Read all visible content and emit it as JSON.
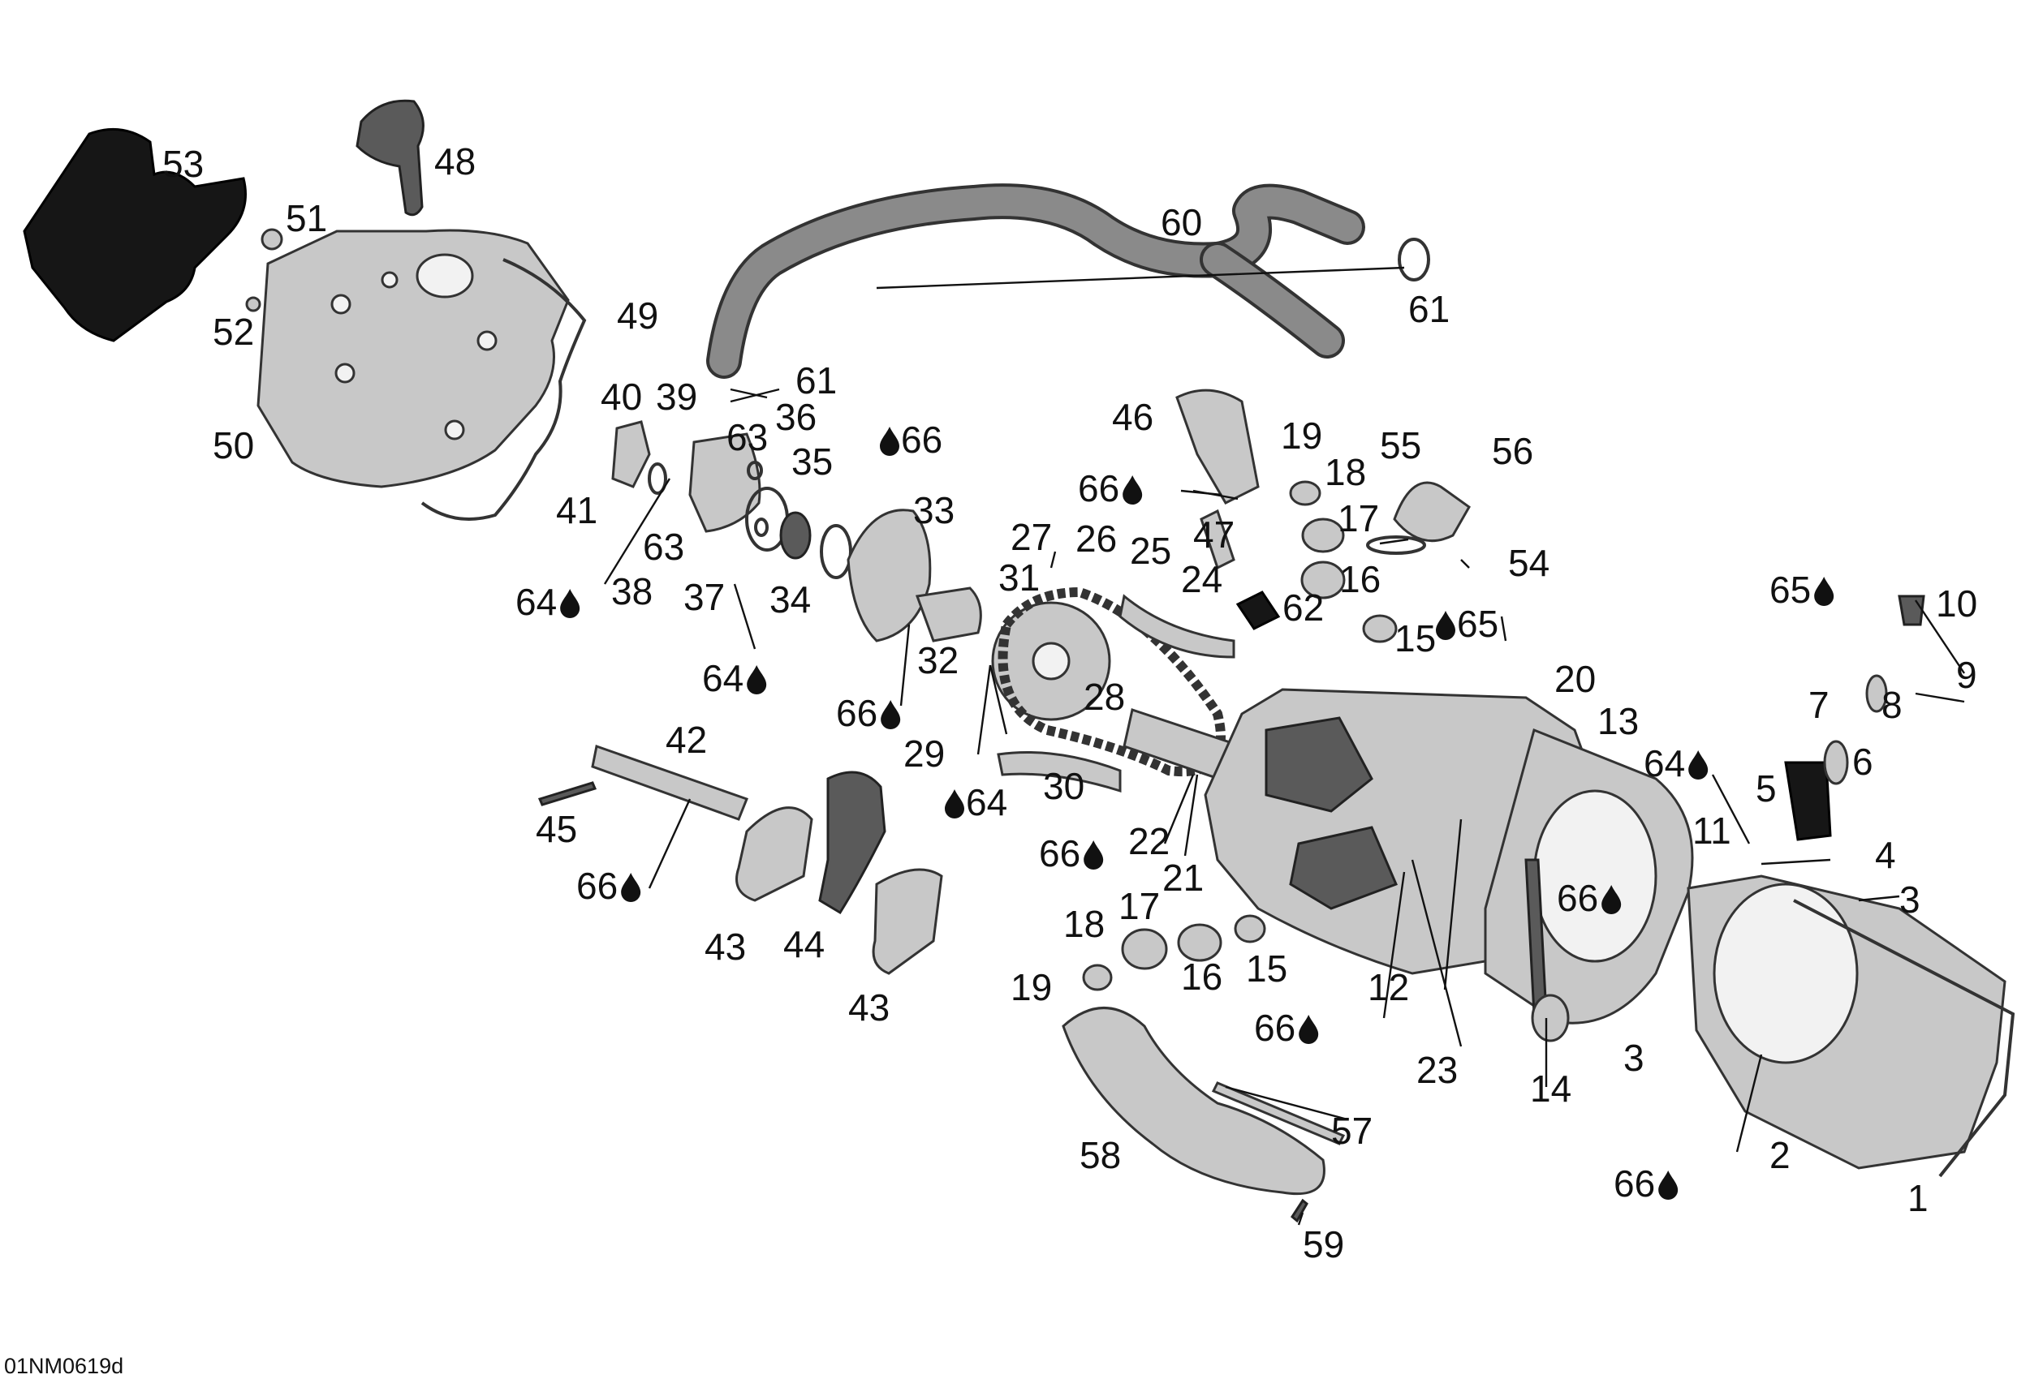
{
  "diagram_code": "01NM0619d",
  "callouts": [
    {
      "text": "53"
    },
    {
      "text": "48"
    },
    {
      "text": "51"
    },
    {
      "text": "52"
    },
    {
      "text": "49"
    },
    {
      "text": "50"
    },
    {
      "text": "60"
    },
    {
      "text": "61"
    },
    {
      "text": "61"
    },
    {
      "text": "40"
    },
    {
      "text": "39"
    },
    {
      "text": "63"
    },
    {
      "text": "36"
    },
    {
      "text": "35"
    },
    {
      "text": "66",
      "oil": true
    },
    {
      "text": "41"
    },
    {
      "text": "38"
    },
    {
      "text": "63"
    },
    {
      "text": "37"
    },
    {
      "text": "34"
    },
    {
      "text": "33"
    },
    {
      "text": "64",
      "oil": true
    },
    {
      "text": "64",
      "oil": true
    },
    {
      "text": "46"
    },
    {
      "text": "66",
      "oil": true
    },
    {
      "text": "19"
    },
    {
      "text": "18"
    },
    {
      "text": "55"
    },
    {
      "text": "56"
    },
    {
      "text": "47"
    },
    {
      "text": "17"
    },
    {
      "text": "54"
    },
    {
      "text": "16"
    },
    {
      "text": "65",
      "oil": true
    },
    {
      "text": "15"
    },
    {
      "text": "27"
    },
    {
      "text": "26"
    },
    {
      "text": "25"
    },
    {
      "text": "24"
    },
    {
      "text": "62"
    },
    {
      "text": "31"
    },
    {
      "text": "32"
    },
    {
      "text": "66",
      "oil": true
    },
    {
      "text": "29"
    },
    {
      "text": "28"
    },
    {
      "text": "30"
    },
    {
      "text": "64",
      "oil": true
    },
    {
      "text": "20"
    },
    {
      "text": "13"
    },
    {
      "text": "65",
      "oil": true
    },
    {
      "text": "10"
    },
    {
      "text": "9"
    },
    {
      "text": "7"
    },
    {
      "text": "8"
    },
    {
      "text": "64",
      "oil": true
    },
    {
      "text": "6"
    },
    {
      "text": "5"
    },
    {
      "text": "11"
    },
    {
      "text": "4"
    },
    {
      "text": "3"
    },
    {
      "text": "42"
    },
    {
      "text": "45"
    },
    {
      "text": "66",
      "oil": true
    },
    {
      "text": "43"
    },
    {
      "text": "44"
    },
    {
      "text": "43"
    },
    {
      "text": "66",
      "oil": true
    },
    {
      "text": "22"
    },
    {
      "text": "21"
    },
    {
      "text": "66",
      "oil": true
    },
    {
      "text": "18"
    },
    {
      "text": "17"
    },
    {
      "text": "16"
    },
    {
      "text": "15"
    },
    {
      "text": "19"
    },
    {
      "text": "66",
      "oil": true
    },
    {
      "text": "12"
    },
    {
      "text": "23"
    },
    {
      "text": "14"
    },
    {
      "text": "3"
    },
    {
      "text": "2"
    },
    {
      "text": "66",
      "oil": true
    },
    {
      "text": "1"
    },
    {
      "text": "57"
    },
    {
      "text": "58"
    },
    {
      "text": "59"
    }
  ]
}
